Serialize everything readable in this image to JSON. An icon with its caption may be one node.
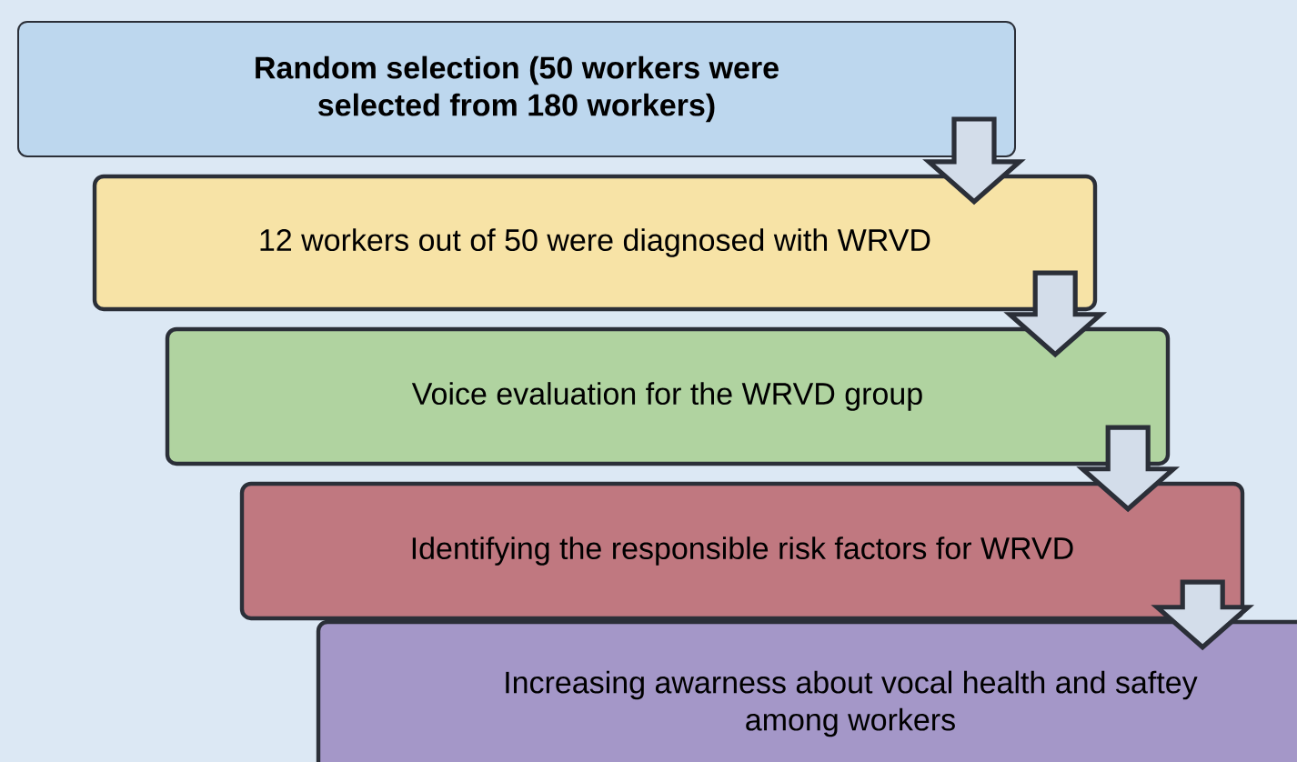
{
  "diagram": {
    "nodes": [
      {
        "text": [
          "Random selection (50 workers were selected from 180 workers)"
        ]
      },
      {
        "text": [
          "12 workers out of 50 were diagnosed with WRVD"
        ]
      },
      {
        "text": [
          "Voice evaluation for the WRVD group"
        ]
      },
      {
        "text": [
          "Identifying the responsible risk factors for WRVD"
        ]
      },
      {
        "text": [
          "Increasing awarness about vocal health and saftey among workers"
        ]
      }
    ],
    "edges": [
      {
        "from": 0,
        "to": 1,
        "arrow": "to"
      },
      {
        "from": 1,
        "to": 2,
        "arrow": "to"
      },
      {
        "from": 2,
        "to": 3,
        "arrow": "to"
      },
      {
        "from": 3,
        "to": 4,
        "arrow": "to"
      }
    ]
  }
}
